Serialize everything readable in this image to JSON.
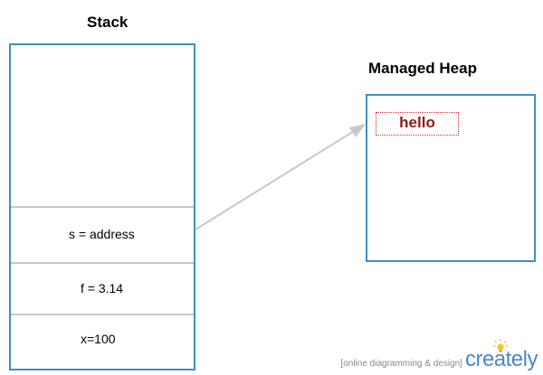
{
  "stack": {
    "title": "Stack",
    "cells": [
      "s = address",
      "f = 3.14",
      "x=100"
    ]
  },
  "heap": {
    "title": "Managed Heap",
    "object_value": "hello"
  },
  "watermark": {
    "tagline": "[online diagramming & design]",
    "brand": "creately"
  },
  "colors": {
    "box_border": "#3d8fc4",
    "divider": "#c8c8c8",
    "arrow": "#c8c8c8",
    "object_border": "#e0282e",
    "object_text": "#8b1a1a",
    "brand": "#4a88c4"
  },
  "icons": {
    "arrow": "reference-arrow",
    "logo_bulb": "lightbulb-icon"
  }
}
